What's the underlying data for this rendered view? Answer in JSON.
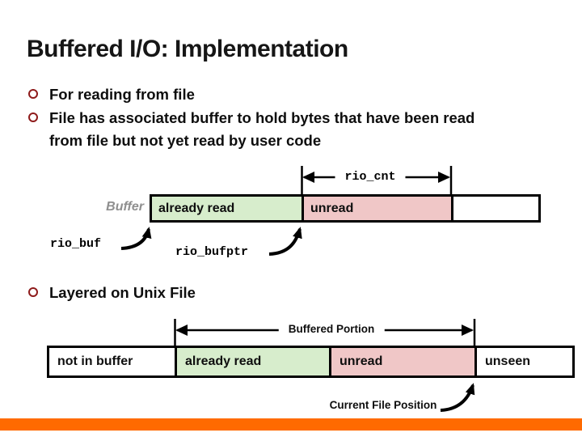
{
  "slide": {
    "title": "Buffered I/O: Implementation",
    "bullets": [
      "For reading from file",
      "File has associated buffer to hold bytes that have been read from file but not yet read by user code",
      "Layered on Unix File"
    ]
  },
  "buffer_diagram": {
    "measure_label": "rio_cnt",
    "box_caption": "Buffer",
    "sections": [
      {
        "label": "already read",
        "color": "#d7edcc"
      },
      {
        "label": "unread",
        "color": "#f0c7c7"
      },
      {
        "label": "",
        "color": "#ffffff"
      }
    ],
    "pointers": [
      {
        "label": "rio_buf"
      },
      {
        "label": "rio_bufptr"
      }
    ]
  },
  "file_diagram": {
    "measure_label": "Buffered Portion",
    "sections": [
      {
        "label": "not in buffer",
        "color": "#ffffff"
      },
      {
        "label": "already read",
        "color": "#d7edcc"
      },
      {
        "label": "unread",
        "color": "#f0c7c7"
      },
      {
        "label": "unseen",
        "color": "#ffffff"
      }
    ],
    "pointer_label": "Current File Position"
  },
  "colors": {
    "accent_bar": "#ff6a00",
    "bullet_ring": "#8e1b1b",
    "caption_gray": "#8f8f8f",
    "arrow_black": "#000000"
  }
}
